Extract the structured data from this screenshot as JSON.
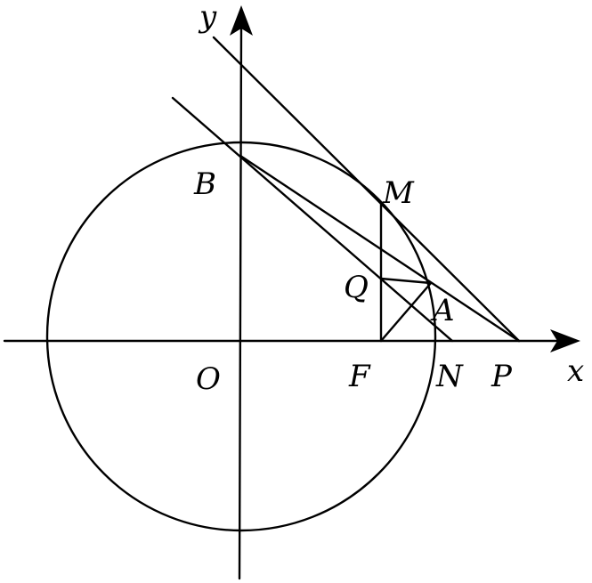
{
  "labels": {
    "y": "y",
    "x": "x",
    "B": "B",
    "M": "M",
    "Q": "Q",
    "A": "A",
    "O": "O",
    "F": "F",
    "N": "N",
    "P": "P"
  },
  "colors": {
    "ink": "#000000",
    "background": "#ffffff"
  }
}
